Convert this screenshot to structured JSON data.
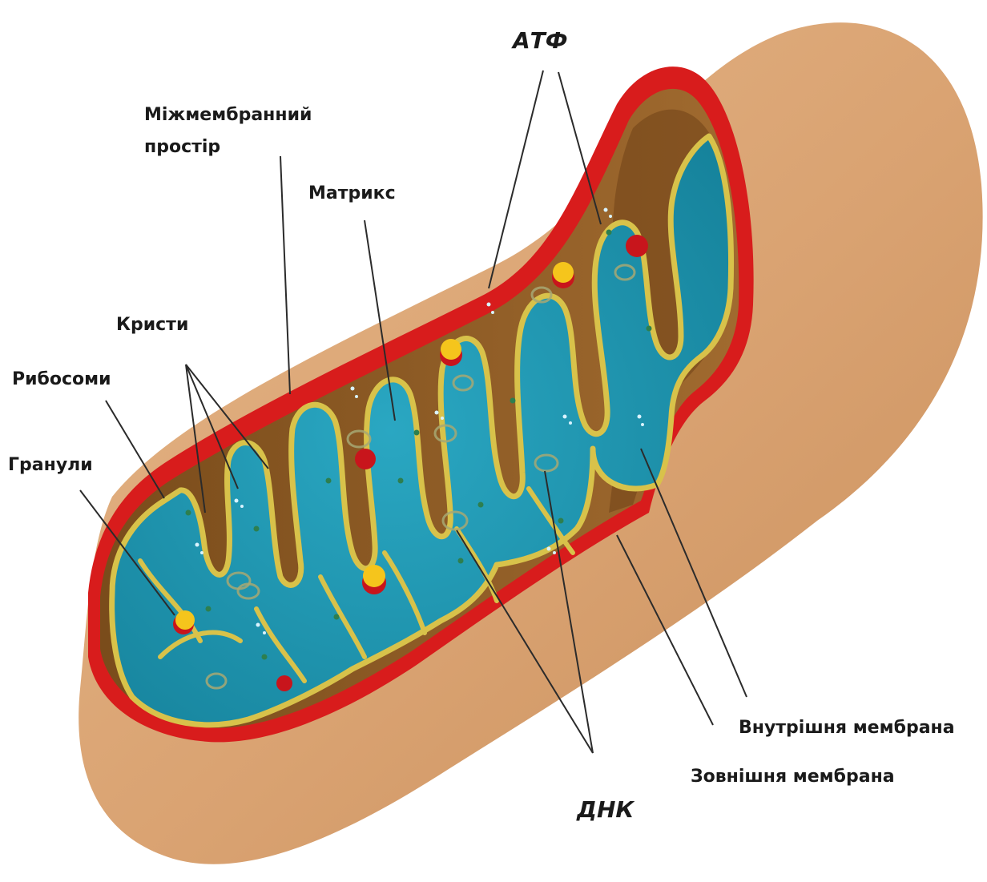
{
  "labels": {
    "atp": "АТФ",
    "intermembrane_line1": "Міжмембранний",
    "intermembrane_line2": "простір",
    "matrix": "Матрикс",
    "cristae": "Кристи",
    "ribosomes": "Рибосоми",
    "granules": "Гранули",
    "inner_membrane": "Внутрішня мембрана",
    "outer_membrane": "Зовнішня мембрана",
    "dna": "ДНК"
  },
  "colors": {
    "outer_shell": "#dba777",
    "outer_membrane": "#d81c1c",
    "inner_membrane": "#d8c24a",
    "intermembrane_brown": "#8b5a22",
    "matrix_blue": "#1f95ad",
    "granule_yellow": "#f5c51c",
    "ribosome_red": "#c8151c"
  }
}
